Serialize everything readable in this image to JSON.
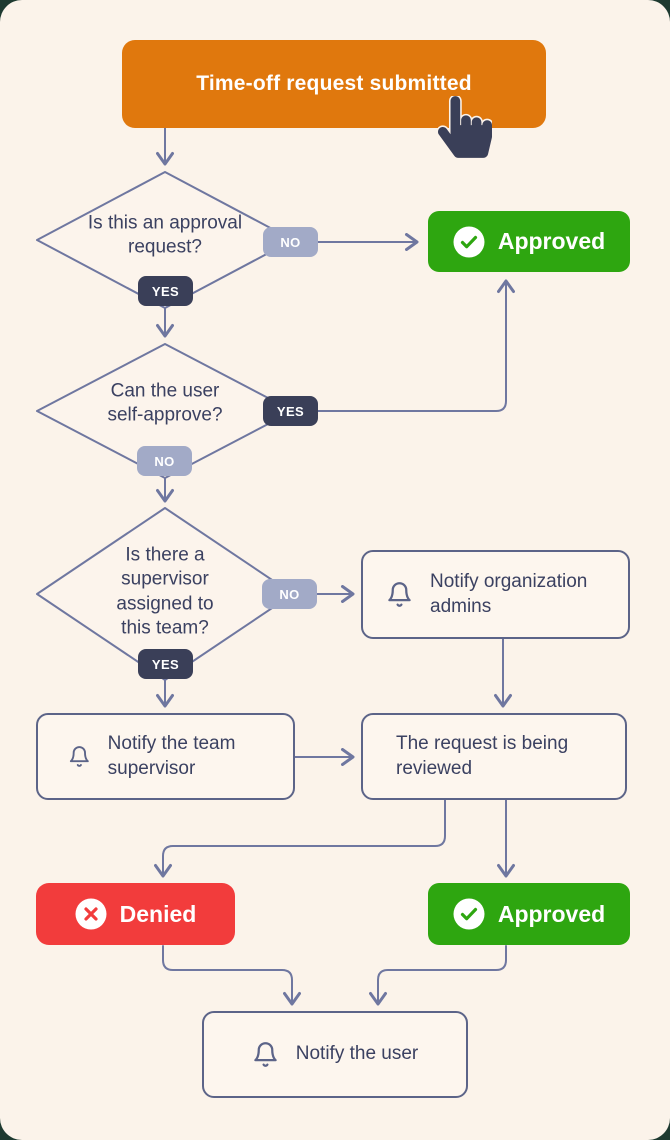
{
  "flow": {
    "start": {
      "label": "Time-off request submitted"
    },
    "decision_approval": {
      "question": "Is this an approval request?",
      "no_label": "NO",
      "yes_label": "YES"
    },
    "approved_top": {
      "label": "Approved"
    },
    "decision_self_approve": {
      "question": "Can the user self-approve?",
      "yes_label": "YES",
      "no_label": "NO"
    },
    "decision_supervisor": {
      "question": "Is there a supervisor assigned to this team?",
      "no_label": "NO",
      "yes_label": "YES"
    },
    "notify_admins": {
      "label": "Notify organization admins"
    },
    "notify_supervisor": {
      "label": "Notify the team supervisor"
    },
    "reviewed": {
      "label": "The request is being reviewed"
    },
    "denied": {
      "label": "Denied"
    },
    "approved_bottom": {
      "label": "Approved"
    },
    "notify_user": {
      "label": "Notify the user"
    }
  },
  "icons": {
    "bell": "bell-icon",
    "check_circle": "check-circle-icon",
    "x_circle": "x-circle-icon",
    "cursor": "hand-pointer-cursor-icon"
  },
  "colors": {
    "background": "#FBF3EA",
    "orange": "#E0780D",
    "green": "#2EA610",
    "red": "#F23C3C",
    "badge_dark": "#3A3F58",
    "badge_light": "#A2AAC7",
    "connector": "#6F77A0",
    "box_border": "#5C6488",
    "text": "#3B4161"
  }
}
